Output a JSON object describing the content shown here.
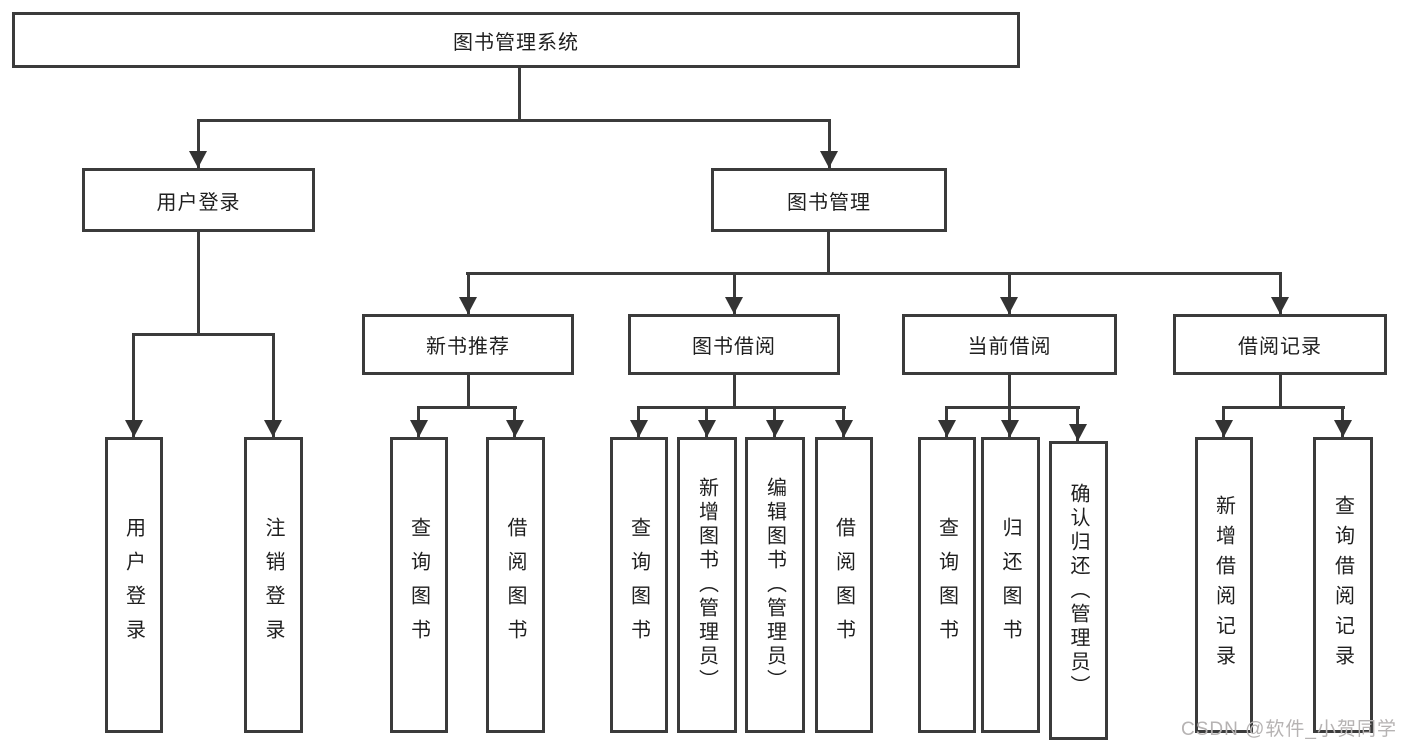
{
  "tree": {
    "root": {
      "label": "图书管理系统"
    },
    "children": [
      {
        "label": "用户登录",
        "children": [
          {
            "label": "用户登录"
          },
          {
            "label": "注销登录"
          }
        ]
      },
      {
        "label": "图书管理",
        "children": [
          {
            "label": "新书推荐",
            "children": [
              {
                "label": "查询图书"
              },
              {
                "label": "借阅图书"
              }
            ]
          },
          {
            "label": "图书借阅",
            "children": [
              {
                "label": "查询图书"
              },
              {
                "label": "新增图书（管理员）"
              },
              {
                "label": "编辑图书（管理员）"
              },
              {
                "label": "借阅图书"
              }
            ]
          },
          {
            "label": "当前借阅",
            "children": [
              {
                "label": "查询图书"
              },
              {
                "label": "归还图书"
              },
              {
                "label": "确认归还（管理员）"
              }
            ]
          },
          {
            "label": "借阅记录",
            "children": [
              {
                "label": "新增借阅记录"
              },
              {
                "label": "查询借阅记录"
              }
            ]
          }
        ]
      }
    ]
  },
  "watermark": {
    "text": "CSDN @软件_小贺同学"
  },
  "colors": {
    "line": "#3b3b3b",
    "text": "#1f1f1f",
    "watermark": "#b6b3b3",
    "background": "#ffffff"
  }
}
